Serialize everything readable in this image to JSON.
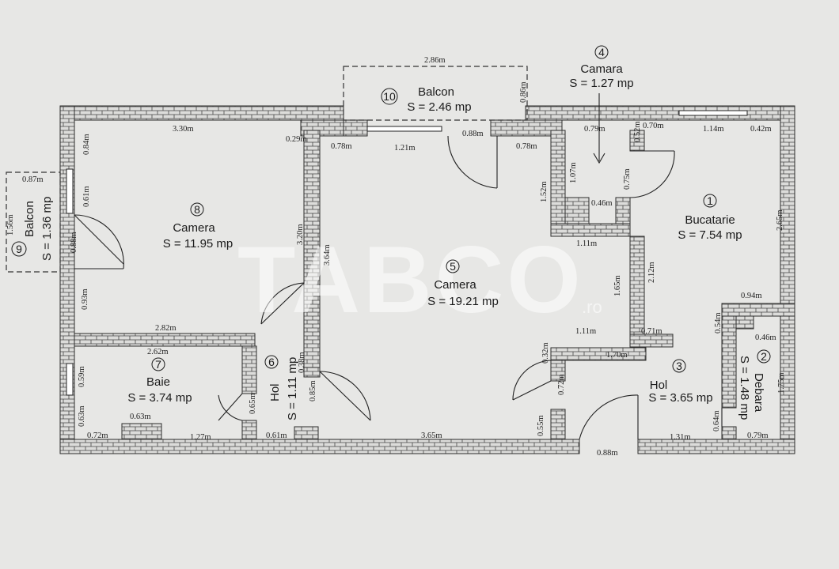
{
  "watermark": {
    "text": "TABCO",
    "suffix": ".ro"
  },
  "rooms": [
    {
      "num": "1",
      "name": "Bucatarie",
      "area": "S = 7.54 mp"
    },
    {
      "num": "2",
      "name": "Debara",
      "area": "S = 1.48 mp"
    },
    {
      "num": "3",
      "name": "Hol",
      "area": "S = 3.65 mp"
    },
    {
      "num": "4",
      "name": "Camara",
      "area": "S = 1.27 mp"
    },
    {
      "num": "5",
      "name": "Camera",
      "area": "S = 19.21 mp"
    },
    {
      "num": "6",
      "name": "Hol",
      "area": "S = 1.11 mp"
    },
    {
      "num": "7",
      "name": "Baie",
      "area": "S = 3.74 mp"
    },
    {
      "num": "8",
      "name": "Camera",
      "area": "S = 11.95 mp"
    },
    {
      "num": "9",
      "name": "Balcon",
      "area": "S = 1.36 mp"
    },
    {
      "num": "10",
      "name": "Balcon",
      "area": "S = 2.46 mp"
    }
  ],
  "dimensions": [
    "2.86m",
    "0.86m",
    "0.88m",
    "0.79m",
    "0.52m",
    "0.70m",
    "1.14m",
    "0.42m",
    "3.30m",
    "0.29m",
    "0.78m",
    "1.21m",
    "0.78m",
    "1.07m",
    "0.75m",
    "1.52m",
    "0.46m",
    "2.65m",
    "0.84m",
    "0.87m",
    "1.56m",
    "0.61m",
    "0.88m",
    "3.20m",
    "3.64m",
    "1.11m",
    "2.12m",
    "1.65m",
    "0.93m",
    "0.94m",
    "0.54m",
    "0.46m",
    "2.82m",
    "1.11m",
    "0.71m",
    "2.62m",
    "0.38m",
    "0.32m",
    "1.70m",
    "0.59m",
    "1.75m",
    "0.65m",
    "0.85m",
    "0.72m",
    "0.63m",
    "0.63m",
    "0.72m",
    "1.27m",
    "0.61m",
    "3.65m",
    "0.55m",
    "0.64m",
    "1.31m",
    "0.79m",
    "0.88m"
  ]
}
